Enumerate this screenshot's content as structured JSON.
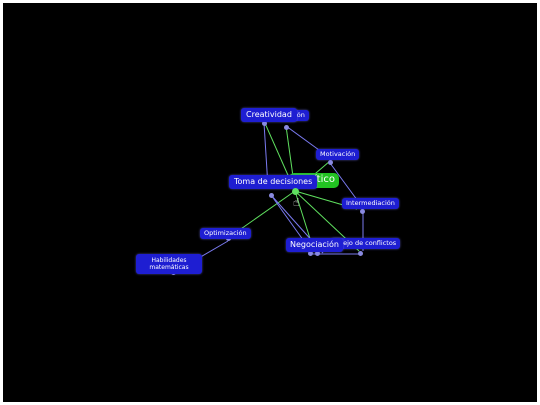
{
  "diagram": {
    "central": {
      "label": "o crítico"
    },
    "nodes": {
      "creatividad": "Creatividad",
      "comunicacion": "icación",
      "motivacion": "Motivación",
      "toma_decisiones": "Toma de decisiones",
      "intermediacion": "Intermediación",
      "optimizacion": "Optimización",
      "habilidades": "Habilidades matemáticas",
      "negociacion": "Negociación",
      "manejo_conflictos": "anejo de conflictos"
    },
    "colors": {
      "background": "#000000",
      "node": "#1e1ed2",
      "central": "#22c222",
      "edge_blue": "#7a7af0",
      "edge_green": "#5fe05f"
    }
  }
}
